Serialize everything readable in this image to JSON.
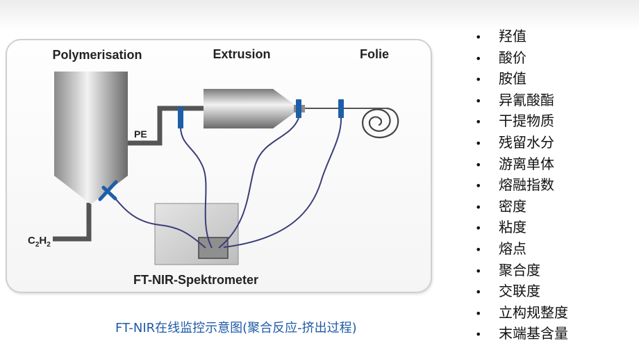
{
  "diagram": {
    "labels": {
      "polymerisation": "Polymerisation",
      "extrusion": "Extrusion",
      "folie": "Folie",
      "pe": "PE",
      "c2h2_main": "C",
      "c2h2_sub1": "2",
      "c2h2_mid": "H",
      "c2h2_sub2": "2",
      "spektrometer": "FT-NIR-Spektrometer"
    },
    "colors": {
      "fiber": "#3b3d78",
      "probe": "#1d5ea8",
      "pipe": "#555555",
      "steel_dark": "#6f6f6f",
      "steel_light": "#f0f0f0"
    }
  },
  "caption": "FT-NIR在线监控示意图(聚合反应-挤出过程)",
  "properties": {
    "bullet": "•",
    "items": [
      "羟值",
      "酸价",
      "胺值",
      "异氰酸酯",
      "干提物质",
      "残留水分",
      "游离单体",
      "熔融指数",
      "密度",
      "粘度",
      "熔点",
      "聚合度",
      "交联度",
      "立构规整度",
      "末端基含量"
    ]
  }
}
